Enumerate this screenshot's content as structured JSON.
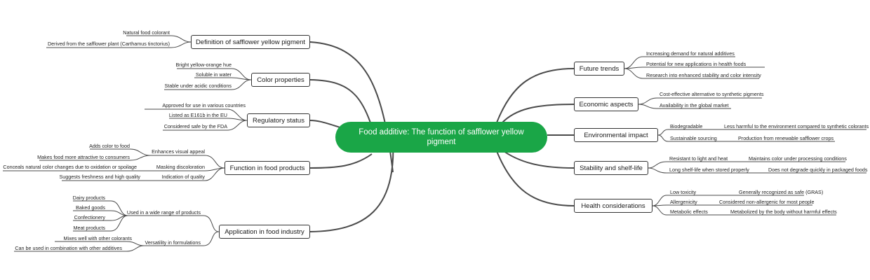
{
  "root": "Food additive: The function of safflower yellow pigment",
  "left": {
    "definition": {
      "title": "Definition of safflower yellow pigment",
      "items": [
        "Natural food colorant",
        "Derived from the safflower plant (Carthamus tinctorius)"
      ]
    },
    "color": {
      "title": "Color properties",
      "items": [
        "Bright yellow-orange hue",
        "Soluble in water",
        "Stable under acidic conditions"
      ]
    },
    "regulatory": {
      "title": "Regulatory status",
      "items": [
        "Approved for use in various countries",
        "Listed as E161b in the EU",
        "Considered safe by the FDA"
      ]
    },
    "function": {
      "title": "Function in food products",
      "groups": [
        {
          "label": "Enhances visual appeal",
          "items": [
            "Adds color to food",
            "Makes food more attractive to consumers"
          ]
        },
        {
          "label": "Masking discoloration",
          "items": [
            "Conceals natural color changes due to oxidation or spoilage"
          ]
        },
        {
          "label": "Indication of quality",
          "items": [
            "Suggests freshness and high quality"
          ]
        }
      ]
    },
    "application": {
      "title": "Application in food industry",
      "groups": [
        {
          "label": "Used in a wide range of products",
          "items": [
            "Dairy products",
            "Baked goods",
            "Confectionery",
            "Meat products"
          ]
        },
        {
          "label": "Versatility in formulations",
          "items": [
            "Mixes well with other colorants",
            "Can be used in combination with other additives"
          ]
        }
      ]
    }
  },
  "right": {
    "future": {
      "title": "Future trends",
      "items": [
        "Increasing demand for natural additives",
        "Potential for new applications in health foods",
        "Research into enhanced stability and color intensity"
      ]
    },
    "economic": {
      "title": "Economic aspects",
      "items": [
        "Cost-effective alternative to synthetic pigments",
        "Availability in the global market"
      ]
    },
    "environmental": {
      "title": "Environmental impact",
      "groups": [
        {
          "label": "Biodegradable",
          "items": [
            "Less harmful to the environment compared to synthetic colorants"
          ]
        },
        {
          "label": "Sustainable sourcing",
          "items": [
            "Production from renewable safflower crops"
          ]
        }
      ]
    },
    "stability": {
      "title": "Stability and shelf-life",
      "groups": [
        {
          "label": "Resistant to light and heat",
          "items": [
            "Maintains color under processing conditions"
          ]
        },
        {
          "label": "Long shelf-life when stored properly",
          "items": [
            "Does not degrade quickly in packaged foods"
          ]
        }
      ]
    },
    "health": {
      "title": "Health considerations",
      "groups": [
        {
          "label": "Low toxicity",
          "items": [
            "Generally recognized as safe (GRAS)"
          ]
        },
        {
          "label": "Allergenicity",
          "items": [
            "Considered non-allergenic for most people"
          ]
        },
        {
          "label": "Metabolic effects",
          "items": [
            "Metabolized by the body without harmful effects"
          ]
        }
      ]
    }
  }
}
